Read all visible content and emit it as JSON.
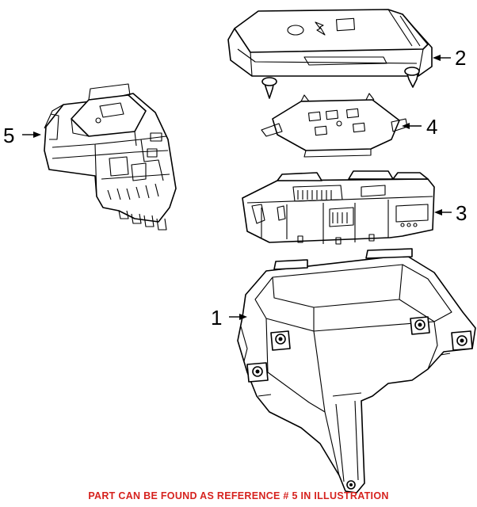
{
  "callouts": [
    {
      "number": "1",
      "part": "fuse-box-lower-housing"
    },
    {
      "number": "2",
      "part": "fuse-box-cover"
    },
    {
      "number": "3",
      "part": "fuse-relay-block"
    },
    {
      "number": "4",
      "part": "mounting-bracket"
    },
    {
      "number": "5",
      "part": "fuse-box-assembly"
    }
  ],
  "note": {
    "text": "PART CAN BE FOUND AS REFERENCE # 5 IN ILLUSTRATION",
    "color": "#d6221e"
  },
  "colors": {
    "line": "#000000",
    "background": "#ffffff"
  }
}
